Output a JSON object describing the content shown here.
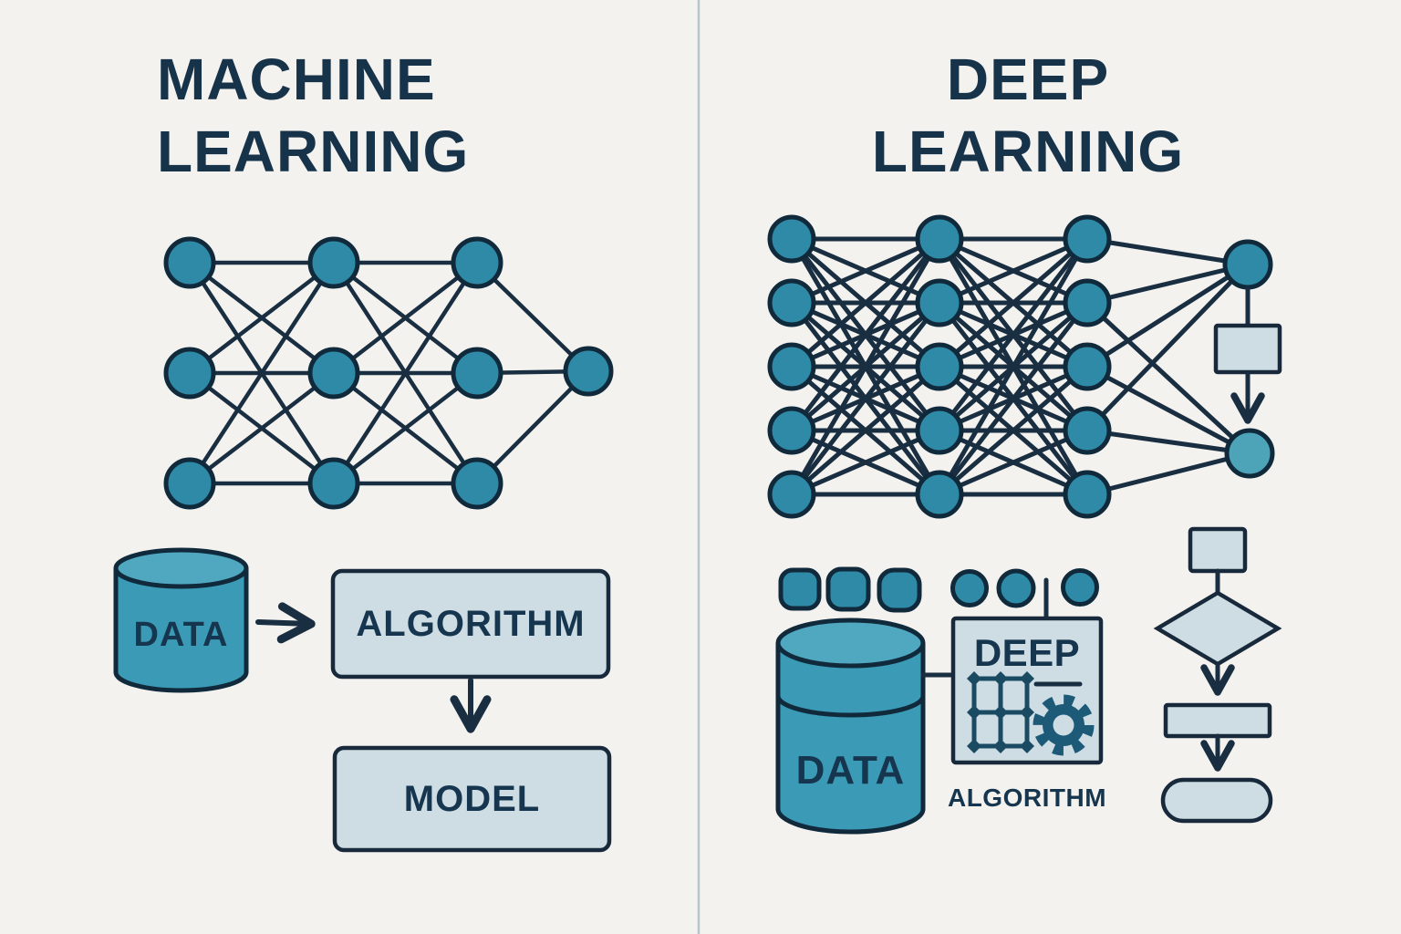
{
  "page": {
    "description": "Machine Learning vs Deep Learning comparison diagram"
  },
  "colors": {
    "background": "#f3f2ef",
    "divider": "#b7c6cc",
    "title_color": "#17334a",
    "label_color": "#16354e",
    "edge": "#1a2e41",
    "node_fill": "#2e8aa6",
    "node_fill_light": "#4da3b8",
    "node_stroke": "#102a3c",
    "box_fill": "#cedde3",
    "box_stroke": "#17293a",
    "cyl_fill": "#3b9ab6",
    "cyl_top": "#4fa8bf",
    "icon_dark": "#1b4a63",
    "gear": "#1d5a78"
  },
  "left_panel": {
    "title_line1": "MACHINE",
    "title_line2": "LEARNING",
    "network": {
      "layers": [
        3,
        3,
        3
      ],
      "output_nodes": 1
    },
    "flow": {
      "data_label": "DATA",
      "algorithm_label": "ALGORITHM",
      "model_label": "MODEL"
    }
  },
  "right_panel": {
    "title_line1": "DEEP",
    "title_line2": "LEARNING",
    "network": {
      "layers": [
        5,
        5,
        5
      ],
      "output_nodes": 2
    },
    "flow": {
      "data_label": "DATA",
      "deep_label": "DEEP",
      "algorithm_label": "ALGORITHM"
    }
  }
}
